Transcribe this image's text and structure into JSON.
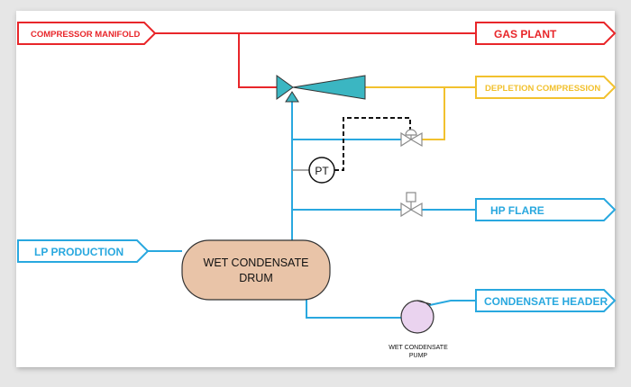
{
  "colors": {
    "red": "#e8262a",
    "yellow": "#f2c12e",
    "blue": "#29a8df",
    "teal": "#3bb6c2",
    "drum_fill": "#e9c4a8",
    "pump_fill": "#ead3ef",
    "black": "#111111",
    "valve_grey": "#8a8a8a"
  },
  "tags": {
    "compressor_manifold": "COMPRESSOR MANIFOLD",
    "gas_plant": "GAS PLANT",
    "depletion_compression": "DEPLETION COMPRESSION",
    "hp_flare": "HP FLARE",
    "lp_production": "LP PRODUCTION",
    "condensate_header": "CONDENSATE HEADER"
  },
  "equipment": {
    "drum_line1": "WET CONDENSATE",
    "drum_line2": "DRUM",
    "pump_line1": "WET CONDENSATE",
    "pump_line2": "PUMP",
    "pressure_transmitter": "PT"
  }
}
